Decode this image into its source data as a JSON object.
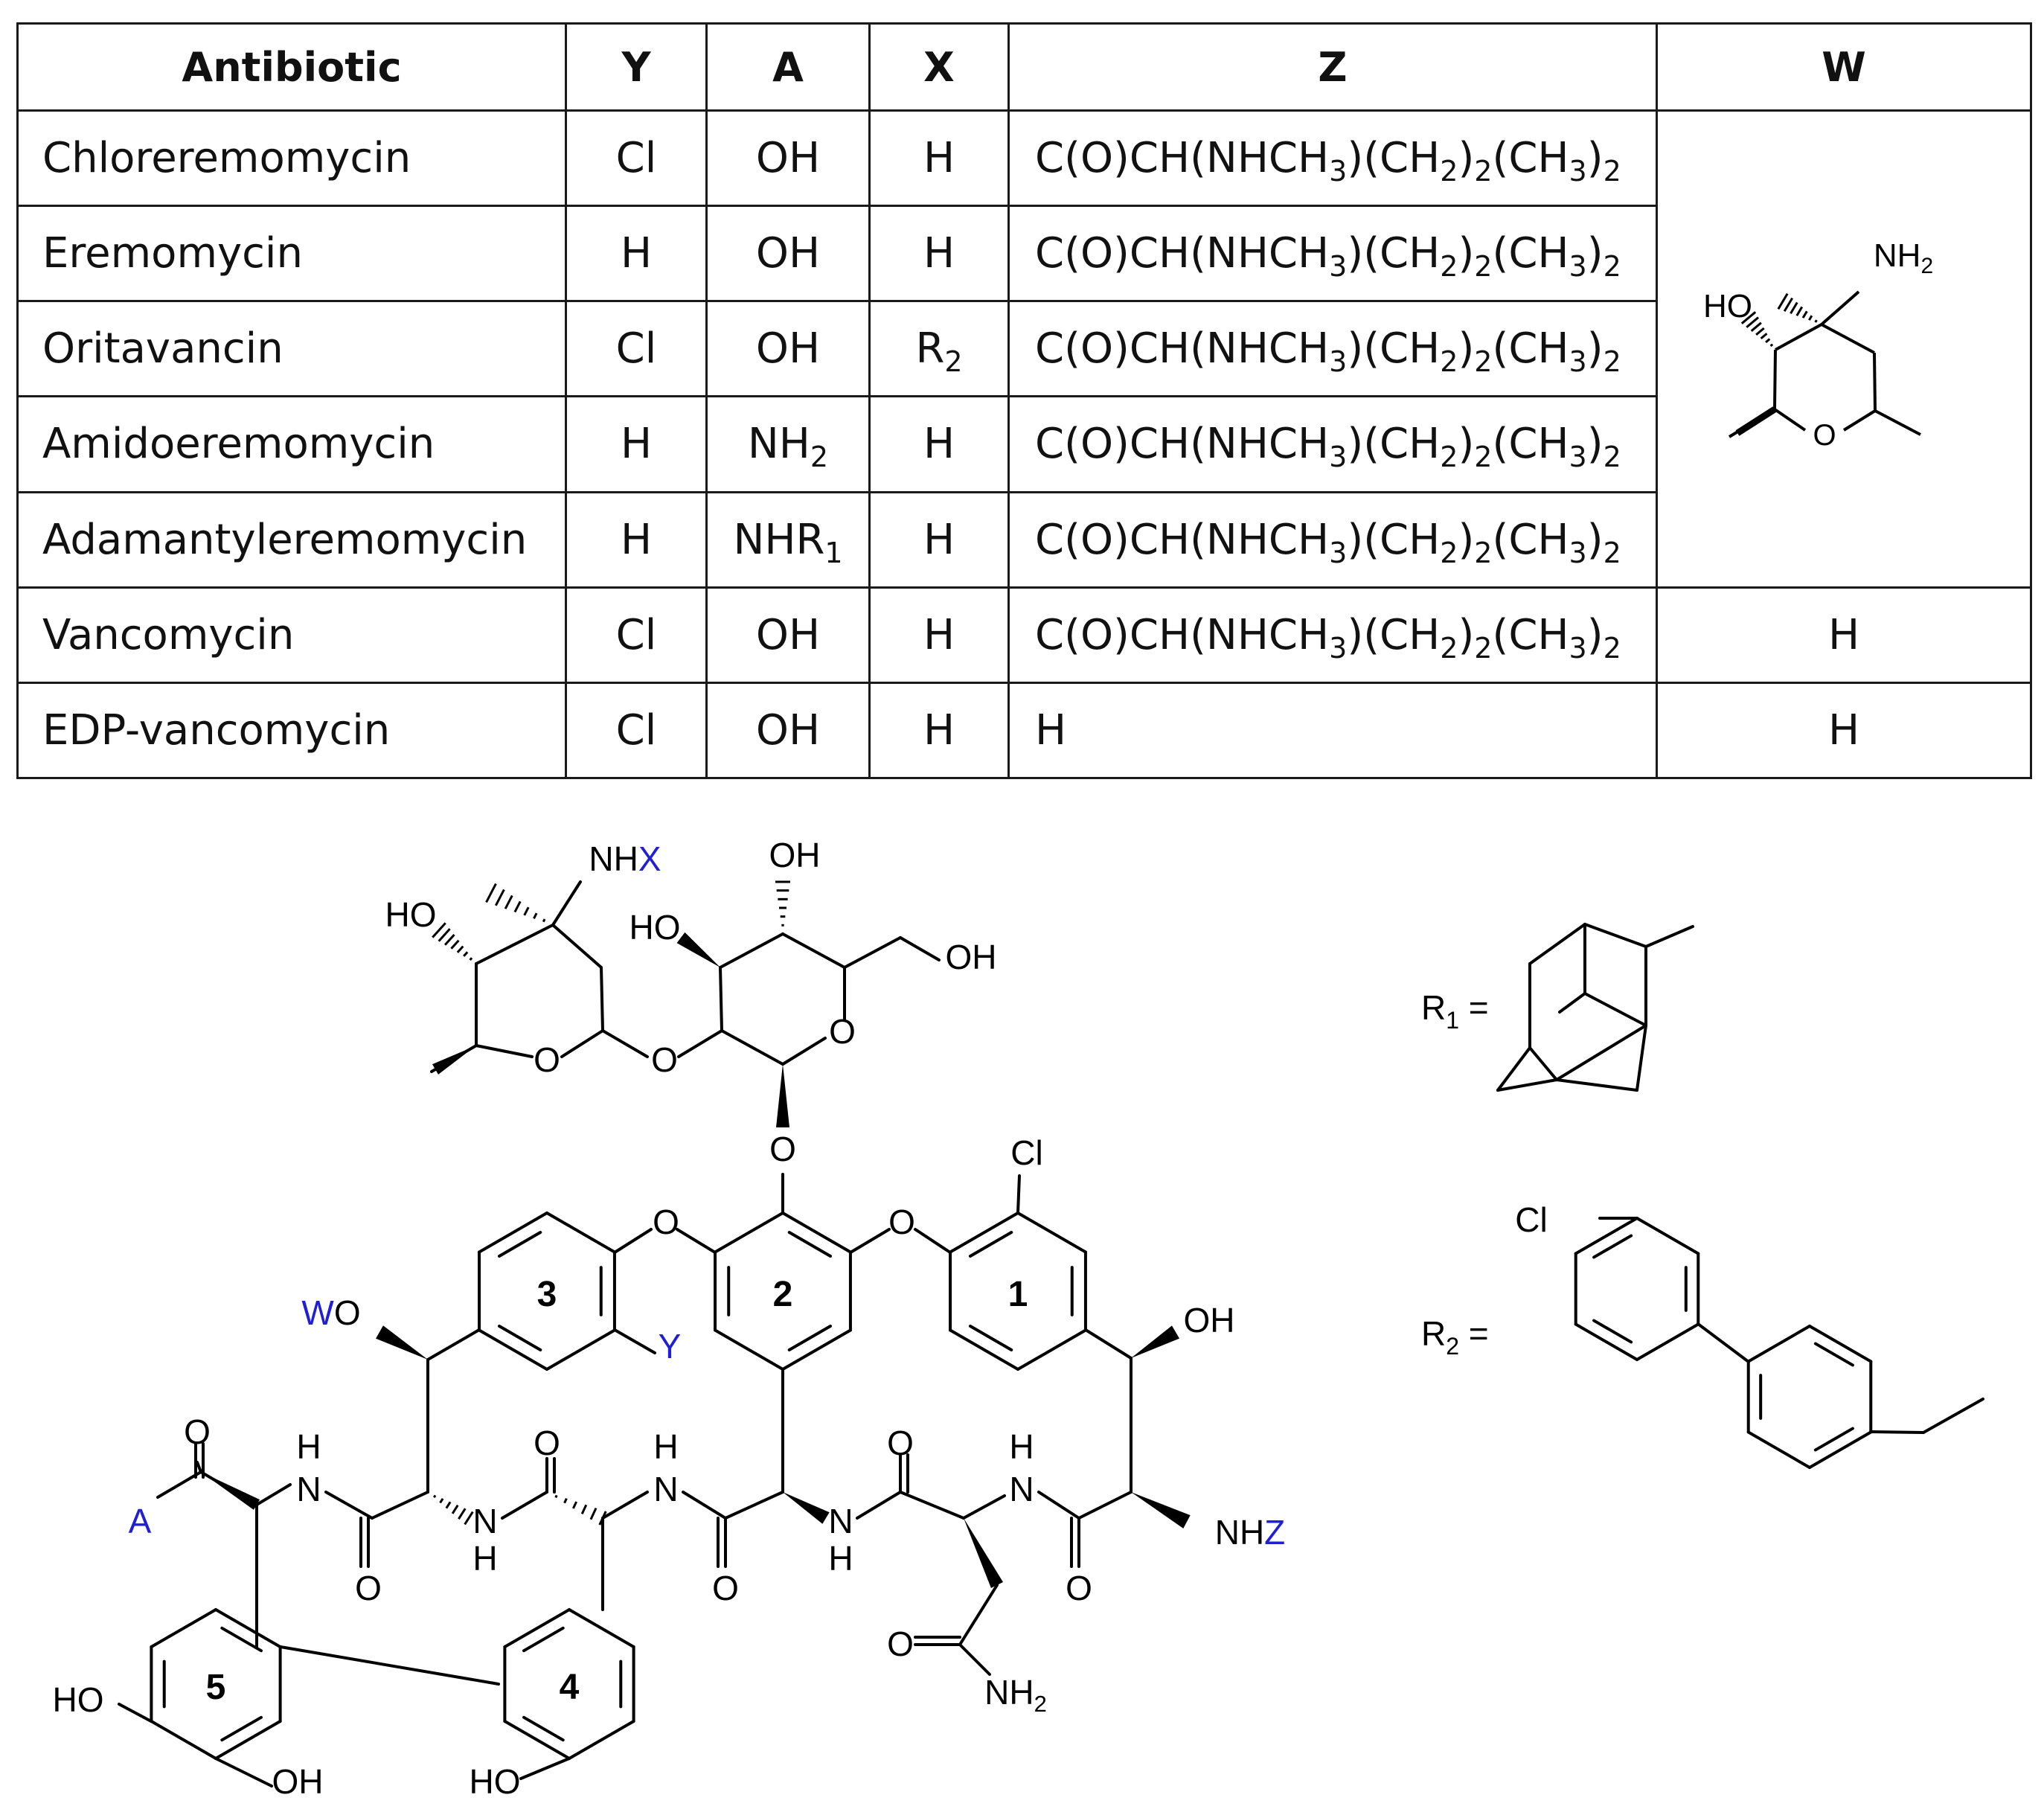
{
  "table": {
    "headers": [
      "Antibiotic",
      "Y",
      "A",
      "X",
      "Z",
      "W"
    ],
    "rows": [
      {
        "name": "Chloreremomycin",
        "Y": "Cl",
        "A": "OH",
        "X": "H",
        "Z": "C(O)CH(NHCH3)(CH2)2(CH3)2"
      },
      {
        "name": "Eremomycin",
        "Y": "H",
        "A": "OH",
        "X": "H",
        "Z": "C(O)CH(NHCH3)(CH2)2(CH3)2"
      },
      {
        "name": "Oritavancin",
        "Y": "Cl",
        "A": "OH",
        "X": "R2",
        "Z": "C(O)CH(NHCH3)(CH2)2(CH3)2"
      },
      {
        "name": "Amidoeremomycin",
        "Y": "H",
        "A": "NH2",
        "X": "H",
        "Z": "C(O)CH(NHCH3)(CH2)2(CH3)2"
      },
      {
        "name": "Adamantyleremomycin",
        "Y": "H",
        "A": "NHR1",
        "X": "H",
        "Z": "C(O)CH(NHCH3)(CH2)2(CH3)2"
      },
      {
        "name": "Vancomycin",
        "Y": "Cl",
        "A": "OH",
        "X": "H",
        "Z": "C(O)CH(NHCH3)(CH2)2(CH3)2",
        "W": "H"
      },
      {
        "name": "EDP-vancomycin",
        "Y": "Cl",
        "A": "OH",
        "X": "H",
        "Z": "H",
        "W": "H"
      }
    ],
    "w_sugar_labels": {
      "hydroxyl": "HO",
      "amine": "NH2"
    }
  },
  "structure": {
    "sugar_labels": {
      "nhx": "NHX",
      "ho_left": "HO",
      "ho_mid": "HO",
      "oh_top": "OH",
      "oh_right": "OH",
      "ring_o": "O"
    },
    "ring_numbers": [
      "1",
      "2",
      "3",
      "4",
      "5"
    ],
    "substituents": {
      "cl": "Cl",
      "y": "Y",
      "wo": "WO",
      "a": "A",
      "nhz": "NHZ",
      "oh_benzylic": "OH",
      "nh2_asn": "NH2",
      "ho_5": "HO",
      "oh_5": "OH",
      "ho_4": "HO"
    },
    "r1_label": "R1 =",
    "r2_label": "R2 =",
    "r2_cl": "Cl",
    "label_color": "#1f1fd6"
  }
}
